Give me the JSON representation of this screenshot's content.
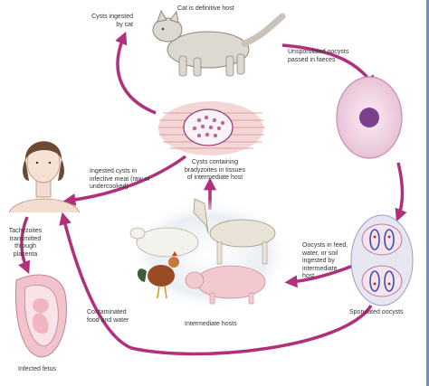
{
  "labels": {
    "cysts_ingested_by_cat": "Cysts ingested\nby cat",
    "cat_definitive_host": "Cat is definitive host",
    "unsporulated_oocysts": "Unsporulated oocysts\npassed in faeces",
    "cysts_bradyzoites": "Cysts containing\nbradyzoites in tissues\nof intermediate host",
    "ingested_cysts_meat": "Ingested cysts in\ninfective meat (raw or\nundercooked)",
    "tachyzoites_placenta": "Tachyzoites\ntransmitted\nthrough\nplacenta",
    "oocysts_ingested": "Oocysts in feed,\nwater, or soil\ningested by\nintermediate\nhost",
    "contaminated_food": "Contaminated\nfood and water",
    "intermediate_hosts": "Intermediate hosts",
    "sporulated_oocysts": "Sporulated oocysts",
    "infected_fetus": "Infected fetus"
  },
  "colors": {
    "arrow": "#b0307c",
    "oocyst_fill": "#f2d8e6",
    "oocyst_nucleus": "#7b3f8c",
    "tissue": "#e9b8b8"
  }
}
